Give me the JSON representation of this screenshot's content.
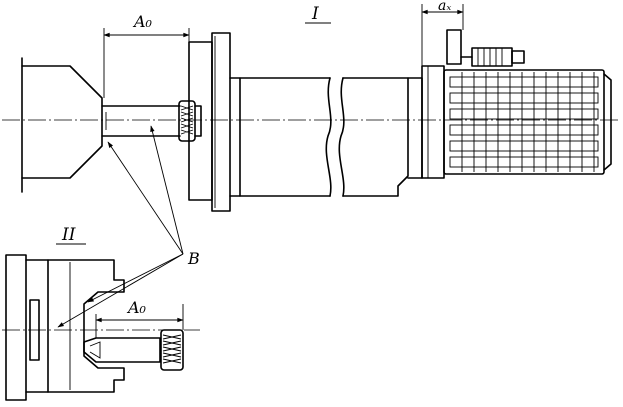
{
  "labels": {
    "view_1": "I",
    "view_2": "II",
    "dim_a0_top": "A₀",
    "dim_ax": "aₓ",
    "callout_b": "B",
    "dim_a0_bottom": "A₀"
  }
}
